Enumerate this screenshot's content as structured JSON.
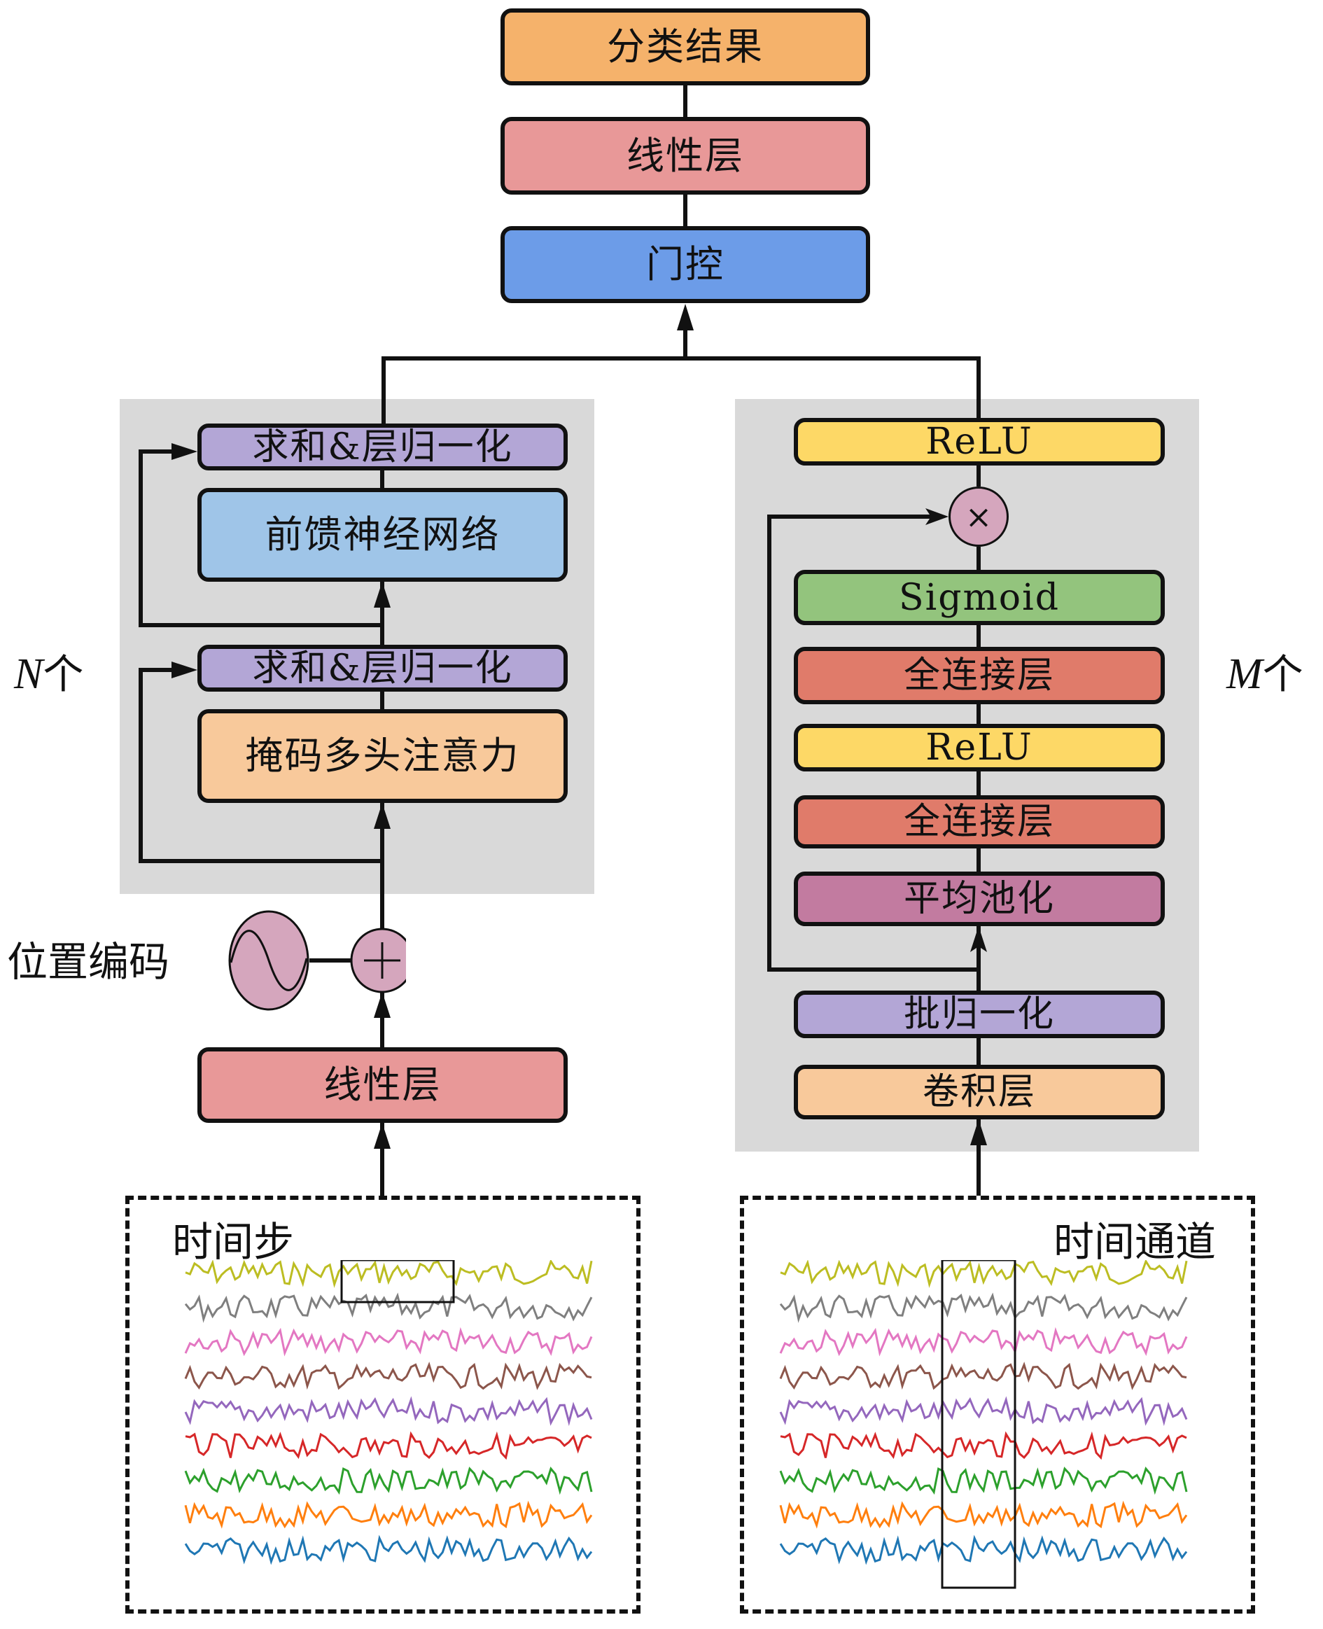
{
  "head": {
    "result_label": "分类结果",
    "linear_label": "线性层",
    "gate_label": "门控"
  },
  "transformer_branch": {
    "repeat_var": "N",
    "repeat_suffix": "个",
    "add_norm_top": "求和&层归一化",
    "ffn": "前馈神经网络",
    "add_norm_bottom": "求和&层归一化",
    "attention": "掩码多头注意力",
    "positional_encoding_label": "位置编码",
    "linear_label": "线性层",
    "input_label": "时间步"
  },
  "conv_branch": {
    "repeat_var": "M",
    "repeat_suffix": "个",
    "relu_top": "ReLU",
    "multiply_symbol": "×",
    "sigmoid": "Sigmoid",
    "fc_top": "全连接层",
    "relu_mid": "ReLU",
    "fc_bottom": "全连接层",
    "avg_pool": "平均池化",
    "batch_norm": "批归一化",
    "conv": "卷积层",
    "input_label": "时间通道"
  },
  "colors": {
    "result": "#f5b26b",
    "linear": "#e89898",
    "gate": "#6c9ce8",
    "add_norm": "#b3a6d6",
    "ffn": "#9fc5e8",
    "attention": "#f8c99b",
    "relu": "#fdd866",
    "sigmoid": "#93c47d",
    "fc": "#e07b6a",
    "avg_pool": "#c27ba0",
    "batch_norm": "#b3a6d6",
    "conv": "#f8c99b",
    "op_circle": "#d5a6bd",
    "panel": "#d9d9d9"
  },
  "series_colors": [
    "#bcbd22",
    "#7f7f7f",
    "#e377c2",
    "#8c564b",
    "#9467bd",
    "#d62728",
    "#2ca02c",
    "#ff7f0e",
    "#1f77b4"
  ]
}
